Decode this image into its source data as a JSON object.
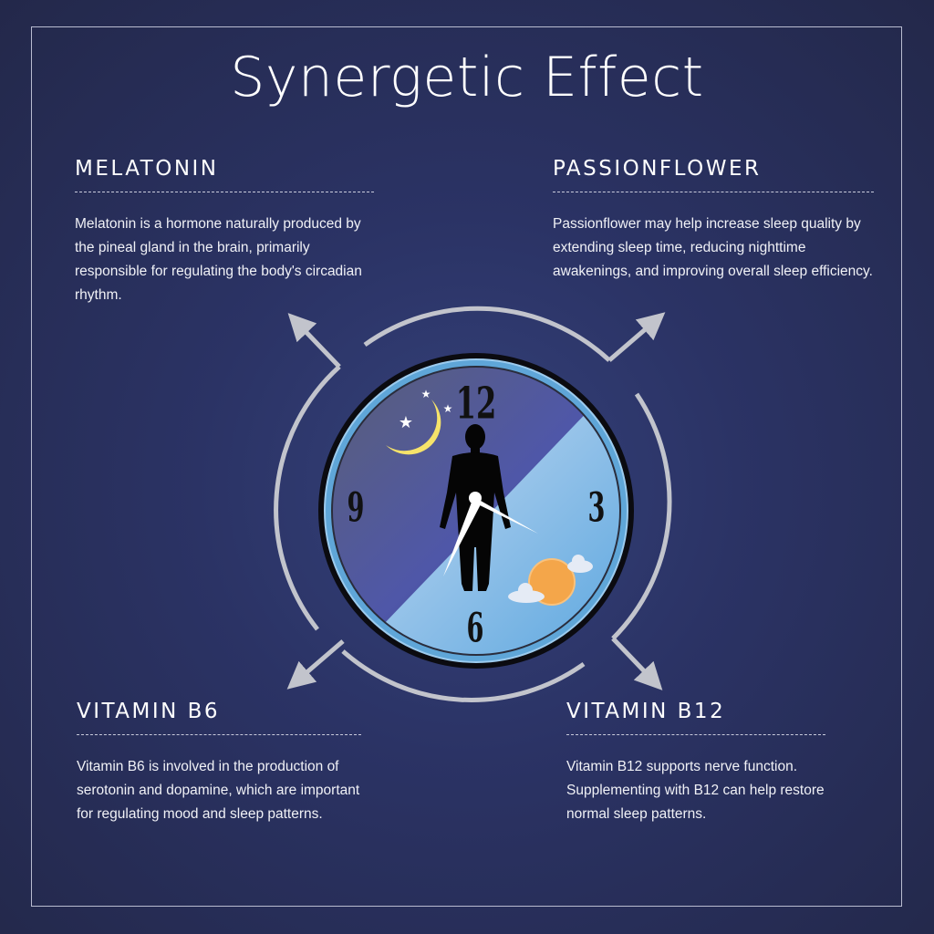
{
  "title": "Synergetic Effect",
  "sections": [
    {
      "heading": "MELATONIN",
      "body": "Melatonin is a hormone naturally produced by the pineal gland in the brain, primarily responsible for regulating the body's circadian rhythm."
    },
    {
      "heading": "PASSIONFLOWER",
      "body": "Passionflower may help increase sleep quality by extending sleep time, reducing nighttime awakenings, and improving overall sleep efficiency."
    },
    {
      "heading": "VITAMIN B6",
      "body": "Vitamin B6 is involved in the production of serotonin and dopamine, which are important for regulating mood and sleep patterns."
    },
    {
      "heading": "VITAMIN B12",
      "body": "Vitamin B12 supports nerve function. Supplementing with B12 can help restore normal sleep patterns."
    }
  ],
  "clock": {
    "numerals": [
      "12",
      "3",
      "6",
      "9"
    ]
  },
  "icons": [
    "moon-icon",
    "star-icon",
    "sun-icon",
    "cloud-icon",
    "human-silhouette-icon",
    "arrow-icon"
  ],
  "colors": {
    "background": "#2b3365",
    "moon": "#f6e36a",
    "sun": "#f4a64a",
    "arrows": "#c2c4cc"
  }
}
